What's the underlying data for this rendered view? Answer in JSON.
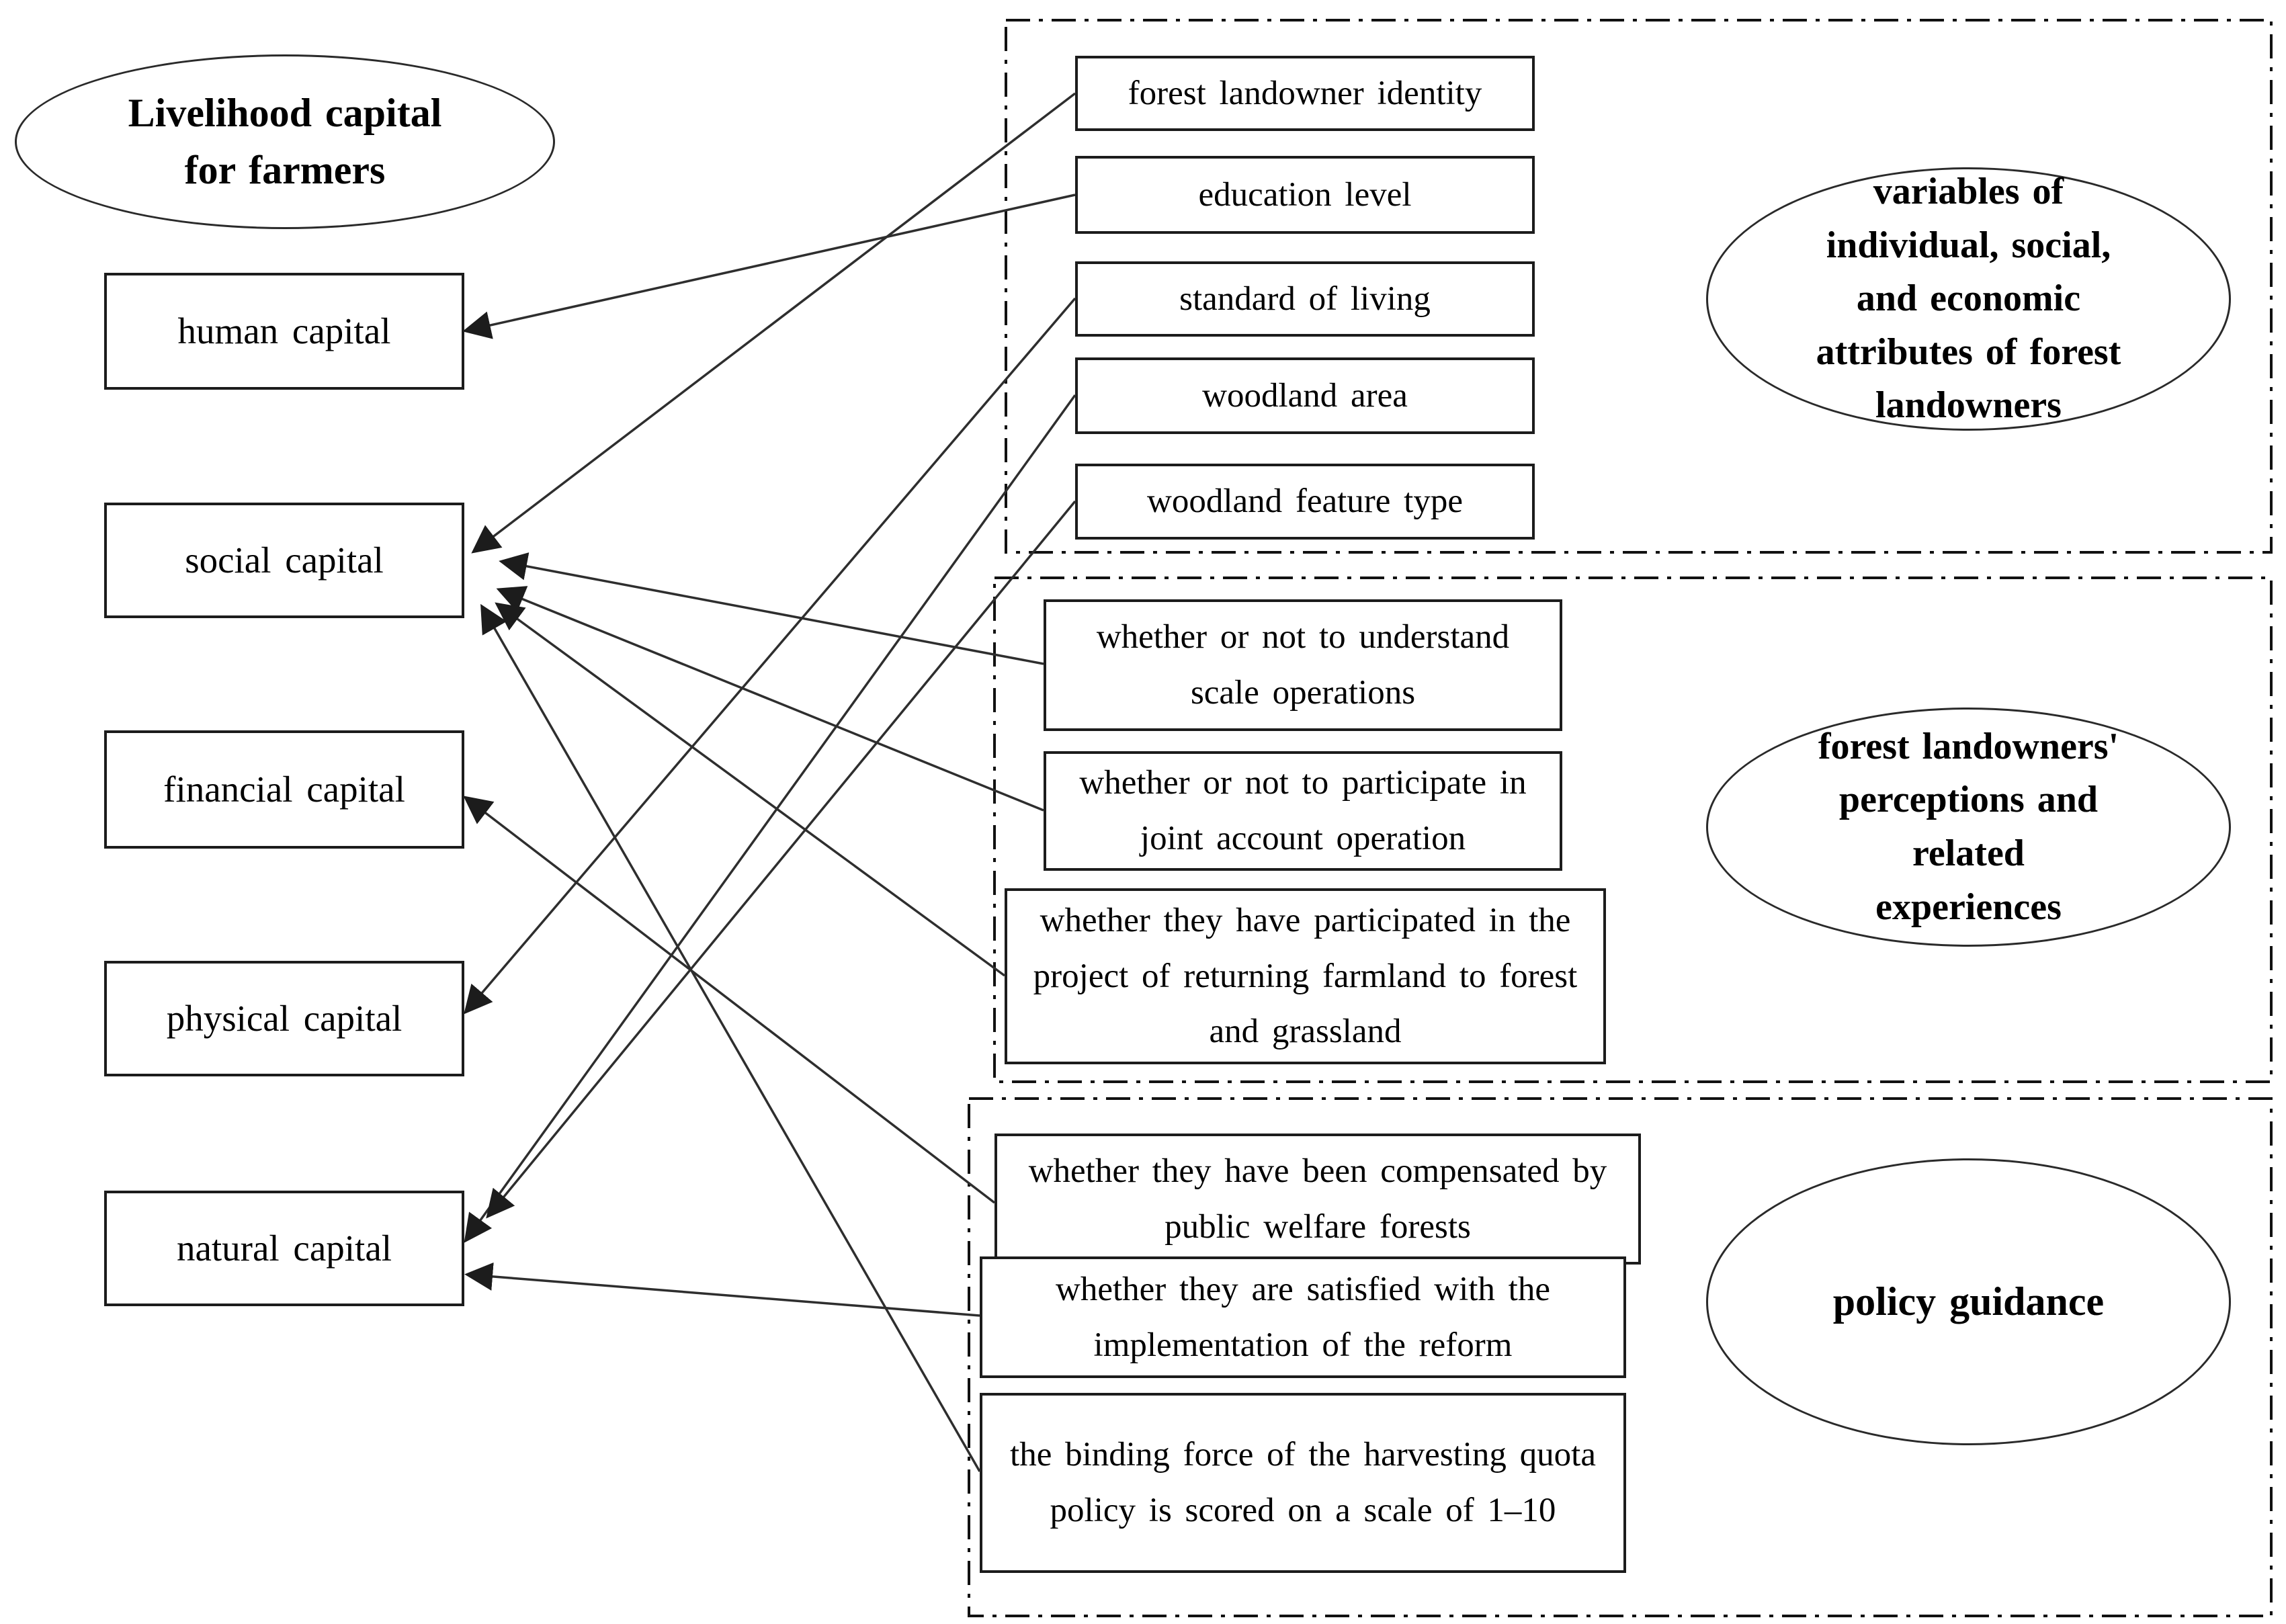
{
  "diagram": {
    "background": "#ffffff",
    "line_color": "#2e2e2e",
    "text_color": "#000000",
    "source": {
      "label": "Livelihood capital\nfor farmers"
    },
    "capitals": [
      {
        "id": "human-capital",
        "label": "human capital"
      },
      {
        "id": "social-capital",
        "label": "social capital"
      },
      {
        "id": "financial-capital",
        "label": "financial  capital"
      },
      {
        "id": "physical-capital",
        "label": "physical  capital"
      },
      {
        "id": "natural-capital",
        "label": "natural  capital"
      }
    ],
    "groups": [
      {
        "id": "attributes",
        "title": "variables of\nindividual, social,\nand economic\nattributes of forest\nlandowners",
        "items": [
          {
            "id": "forest-landowner-identity",
            "label": "forest landowner identity"
          },
          {
            "id": "education-level",
            "label": "education level"
          },
          {
            "id": "standard-of-living",
            "label": "standard of living"
          },
          {
            "id": "woodland-area",
            "label": "woodland area"
          },
          {
            "id": "woodland-feature-type",
            "label": "woodland feature type"
          }
        ]
      },
      {
        "id": "perceptions",
        "title": "forest landowners'\nperceptions and\nrelated\nexperiences",
        "items": [
          {
            "id": "understand-scale-operations",
            "label": "whether or not to understand scale operations"
          },
          {
            "id": "joint-account-operation",
            "label": "whether or not to participate in joint account operation"
          },
          {
            "id": "returning-farmland",
            "label": "whether they have participated in the project of returning farmland to forest and grassland"
          }
        ]
      },
      {
        "id": "policy",
        "title": "policy guidance",
        "items": [
          {
            "id": "compensated-welfare-forests",
            "label": "whether they have been compensated by public welfare forests"
          },
          {
            "id": "satisfied-with-reform",
            "label": "whether they are satisfied with the implementation of the reform"
          },
          {
            "id": "binding-force-quota",
            "label": "the binding force of the harvesting quota policy is scored on a scale of 1–10"
          }
        ]
      }
    ],
    "connections": [
      {
        "from": "forest-landowner-identity",
        "to": "social-capital"
      },
      {
        "from": "education-level",
        "to": "human-capital"
      },
      {
        "from": "standard-of-living",
        "to": "physical-capital"
      },
      {
        "from": "woodland-area",
        "to": "natural-capital"
      },
      {
        "from": "woodland-feature-type",
        "to": "natural-capital"
      },
      {
        "from": "understand-scale-operations",
        "to": "social-capital"
      },
      {
        "from": "joint-account-operation",
        "to": "social-capital"
      },
      {
        "from": "returning-farmland",
        "to": "social-capital"
      },
      {
        "from": "compensated-welfare-forests",
        "to": "financial-capital"
      },
      {
        "from": "satisfied-with-reform",
        "to": "natural-capital"
      },
      {
        "from": "binding-force-quota",
        "to": "natural-capital"
      }
    ]
  }
}
